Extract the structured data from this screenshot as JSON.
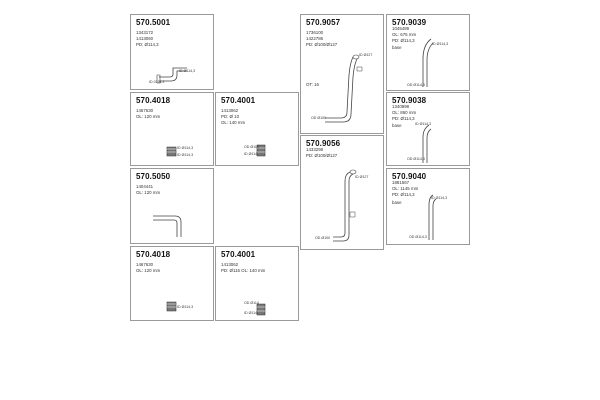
{
  "cards": {
    "c5001": {
      "pn": "570.5001",
      "l1": "1343172",
      "l2": "1413060",
      "l3": "PD: Ø114,3",
      "d1": "ID Ø114,3",
      "d2": "ID 0114,3"
    },
    "c4018a": {
      "pn": "570.4018",
      "l1": "1467630",
      "l2": "OL: 120 mm",
      "d1": "ID Ø114,3",
      "d2": "ID Ø114,3"
    },
    "c4001a": {
      "pn": "570.4001",
      "l1": "1413062",
      "l2": "PD: Ø 10",
      "l3": "OL: 140 mm",
      "d1": "OD Ø114",
      "d2": "ID Ø114"
    },
    "c9057": {
      "pn": "570.9057",
      "l1": "1736100",
      "l2": "1422786",
      "l3": "PD: Ø100/Ø127",
      "l4": "OT: 16",
      "d1": "ID Ø127",
      "d2": "OD Ø100"
    },
    "c9056": {
      "pn": "570.9056",
      "l1": "1433298",
      "l2": "PD: Ø100/Ø127",
      "d1": "ID Ø127",
      "d2": "OD Ø100"
    },
    "c9039": {
      "pn": "570.9039",
      "l1": "1045489",
      "l2": "OL: 675 mm",
      "l3": "PD: Ø114,3",
      "l4": "base",
      "d1": "ID Ø114,3",
      "d2": "OD Ø114,3"
    },
    "c9038": {
      "pn": "570.9038",
      "l1": "1340998",
      "l2": "OL: 860 mm",
      "l3": "PD: Ø114,3",
      "l4": "base",
      "d1": "ID Ø114,3",
      "d2": "OD Ø114,3"
    },
    "c5050": {
      "pn": "570.5050",
      "l1": "1404441",
      "l2": "OL: 120 mm"
    },
    "c9040": {
      "pn": "570.9040",
      "l1": "1881567",
      "l2": "OL: 1145 mm",
      "l3": "PD: Ø114,3",
      "l4": "base",
      "d1": "ID Ø114,3",
      "d2": "OD Ø114,3"
    },
    "c4018b": {
      "pn": "570.4018",
      "l1": "1467630",
      "l2": "OL: 120 mm",
      "d1": "ID Ø114,3"
    },
    "c4001b": {
      "pn": "570.4001",
      "l1": "1413062",
      "l2": "PD: Ø115 OL: 140 mm",
      "d1": "OD Ø114",
      "d2": "ID Ø114"
    }
  }
}
